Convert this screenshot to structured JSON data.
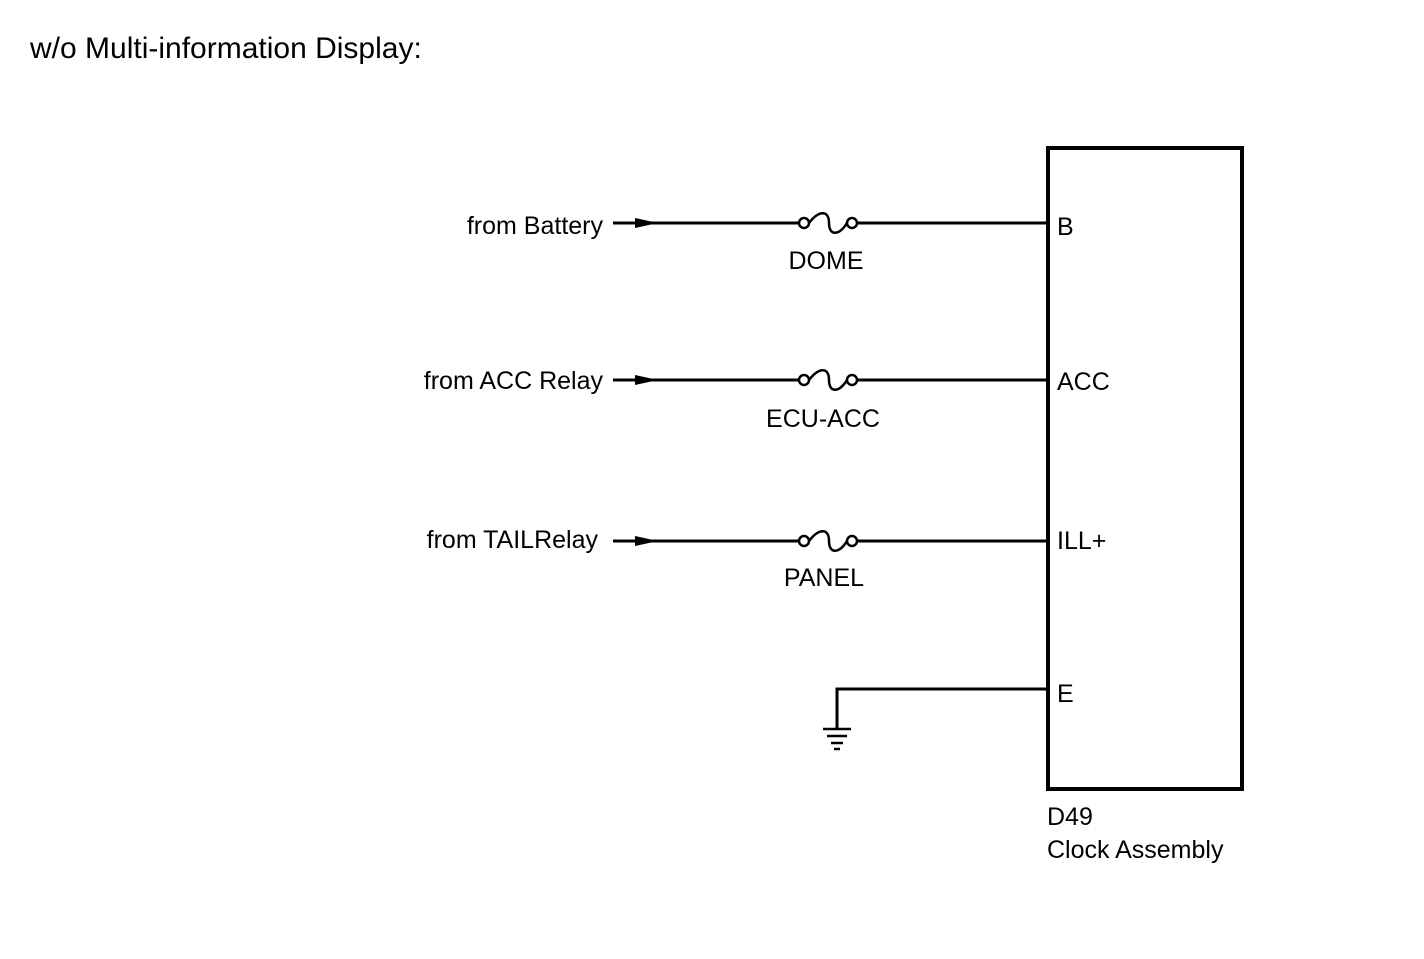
{
  "heading": "w/o Multi-information Display:",
  "circuits": [
    {
      "source": "from Battery",
      "fuse": "DOME",
      "terminal": "B"
    },
    {
      "source": "from ACC Relay",
      "fuse": "ECU-ACC",
      "terminal": "ACC"
    },
    {
      "source": "from TAILRelay",
      "fuse": "PANEL",
      "terminal": "ILL+"
    }
  ],
  "ground_terminal": "E",
  "component": {
    "code": "D49",
    "name": "Clock Assembly"
  }
}
